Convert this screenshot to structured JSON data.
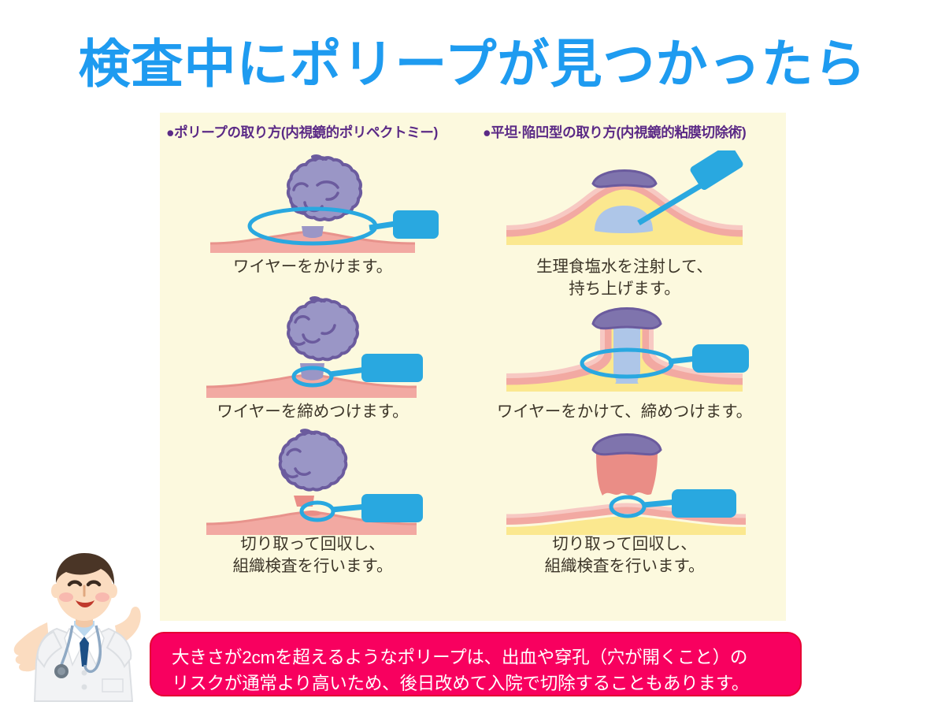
{
  "title": "検査中にポリープが見つかったら",
  "columns": {
    "left_header": "●ポリープの取り方(内視鏡的ポリペクトミー)",
    "right_header": "●平坦·陥凹型の取り方(内視鏡的粘膜切除術)"
  },
  "left_steps": [
    {
      "caption": "ワイヤーをかけます。"
    },
    {
      "caption": "ワイヤーを締めつけます。"
    },
    {
      "caption": "切り取って回収し、\n組織検査を行います。"
    }
  ],
  "right_steps": [
    {
      "caption": "生理食塩水を注射して、\n持ち上げます。"
    },
    {
      "caption": "ワイヤーをかけて、締めつけます。"
    },
    {
      "caption": "切り取って回収し、\n組織検査を行います。"
    }
  ],
  "warning": {
    "text": "大きさが2cmを超えるようなポリープは、出血や穿孔（穴が開くこと）の\nリスクが通常より高いため、後日改めて入院で切除することもあります。"
  },
  "colors": {
    "title_blue": "#1e9bf0",
    "panel_cream": "#fcf9de",
    "header_purple": "#5b2a86",
    "caption_text": "#3c3528",
    "polyp_fill": "#9a96c6",
    "polyp_outline": "#6b5b9e",
    "mucosa_pink": "#f2a9a2",
    "mucosa_light": "#f7c9c3",
    "submucosa_yellow": "#fbe88f",
    "saline_blue": "#aec6e8",
    "scope_blue": "#29a8e0",
    "banner_pink": "#f8005f",
    "banner_border": "#e60034",
    "coat_white": "#f2f3f5",
    "skin": "#fbdcc0",
    "hair_brown": "#4a3526",
    "tie_blue": "#1c4f86"
  },
  "doctor": {
    "alt": "smiling male doctor in white coat with stethoscope pointing upward"
  }
}
